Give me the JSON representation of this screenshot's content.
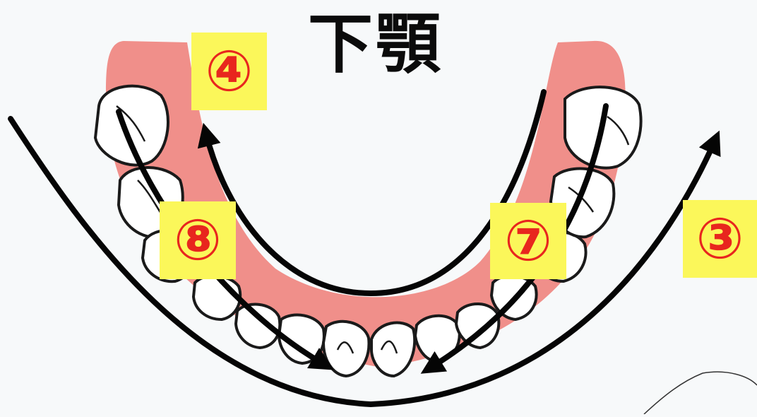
{
  "title": "下顎",
  "labels": {
    "step4": "④",
    "step8": "⑧",
    "step7": "⑦",
    "step3": "③"
  },
  "colors": {
    "gum": "#f08f8a",
    "tooth": "#ffffff",
    "outline": "#1a1a1a",
    "arrow": "#050505",
    "badge": "#fbf75a",
    "badge_text": "#e8261e"
  }
}
